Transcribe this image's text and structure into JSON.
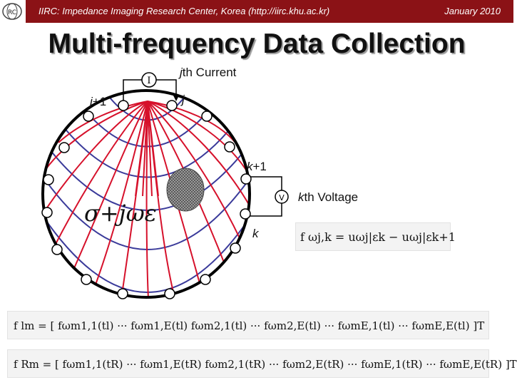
{
  "header": {
    "title": "IIRC: Impedance Imaging Research Center, Korea (http://iirc.khu.ac.kr)",
    "date": "January 2010",
    "logo_icon": "iirc-logo-icon",
    "color": "#8b1216"
  },
  "slide": {
    "title": "Multi-frequency Data Collection"
  },
  "diagram": {
    "current_source_symbol": "I",
    "voltmeter_symbol": "V",
    "label_jth_current_var": "j",
    "label_jth_current_rest": "th Current",
    "label_j_plus_1_var": "j",
    "label_j_plus_1_rest": "+1",
    "label_j": "j",
    "label_k_plus_1_var": "k",
    "label_k_plus_1_rest": "+1",
    "label_kth_voltage_var": "k",
    "label_kth_voltage_rest": "th Voltage",
    "label_k": "k",
    "admittivity": "σ+jωε",
    "colors": {
      "boundary": "#000000",
      "current_lines": "#d6112b",
      "equipotential_lines": "#3a3a9a",
      "anomaly": "#777777"
    }
  },
  "equations": {
    "voltage": "f ωj,k = uωj|εk − uωj|εk+1",
    "f_l": "f lm = [ fωm1,1(tl) ··· fωm1,E(tl)  fωm2,1(tl) ··· fωm2,E(tl)  ···  fωmE,1(tl) ··· fωmE,E(tl) ]T",
    "f_r": "f Rm = [ fωm1,1(tR) ··· fωm1,E(tR)  fωm2,1(tR) ··· fωm2,E(tR)  ···  fωmE,1(tR) ··· fωmE,E(tR) ]T"
  }
}
